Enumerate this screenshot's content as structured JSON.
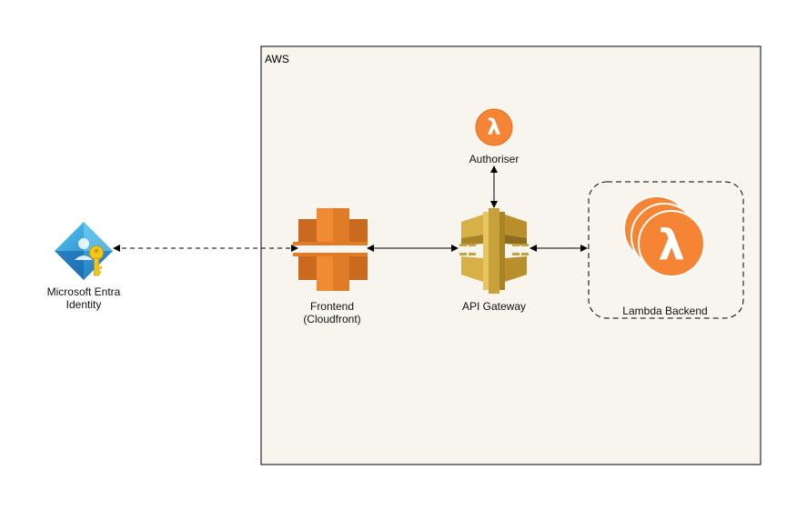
{
  "group": {
    "label": "AWS"
  },
  "nodes": {
    "identity": {
      "line1": "Microsoft Entra",
      "line2": "Identity",
      "icon": "entra-id-key-icon"
    },
    "frontend": {
      "line1": "Frontend",
      "line2": "(Cloudfront)",
      "icon": "cloudfront-icon"
    },
    "gateway": {
      "label": "API Gateway",
      "icon": "api-gateway-icon"
    },
    "authoriser": {
      "label": "Authoriser",
      "icon": "lambda-icon"
    },
    "backend": {
      "label": "Lambda Backend",
      "icon": "lambda-stack-icon"
    }
  },
  "colors": {
    "aws_fill": "#f7f5ee",
    "lambda_orange": "#f58534",
    "cloudfront_orange": "#e07b28",
    "gateway_gold": "#c9a13a",
    "entra_blue": "#2b9ad6",
    "key_yellow": "#f5c518"
  }
}
